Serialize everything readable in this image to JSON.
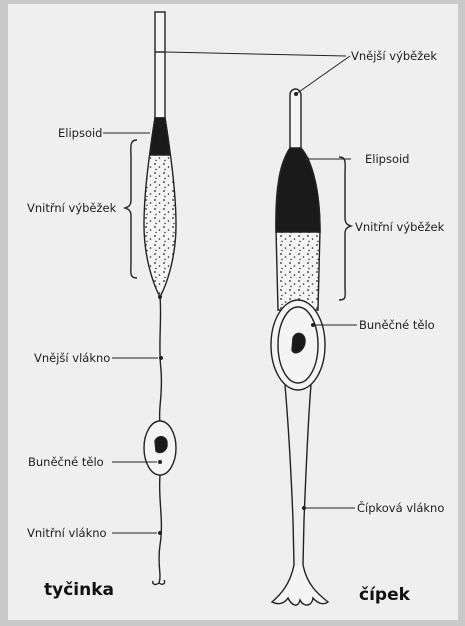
{
  "rod": {
    "title": "tyčinka",
    "labels": {
      "ellipsoid": "Elipsoid",
      "inner_segment": "Vnitřní výběžek",
      "outer_fiber": "Vnější vlákno",
      "cell_body": "Buněčné tělo",
      "inner_fiber": "Vnitřní vlákno"
    }
  },
  "cone": {
    "title": "čípek",
    "labels": {
      "outer_segment": "Vnější výběžek",
      "ellipsoid": "Elipsoid",
      "inner_segment": "Vnitřní výběžek",
      "cell_body": "Buněčné tělo",
      "fiber": "Čípková vlákno"
    }
  }
}
